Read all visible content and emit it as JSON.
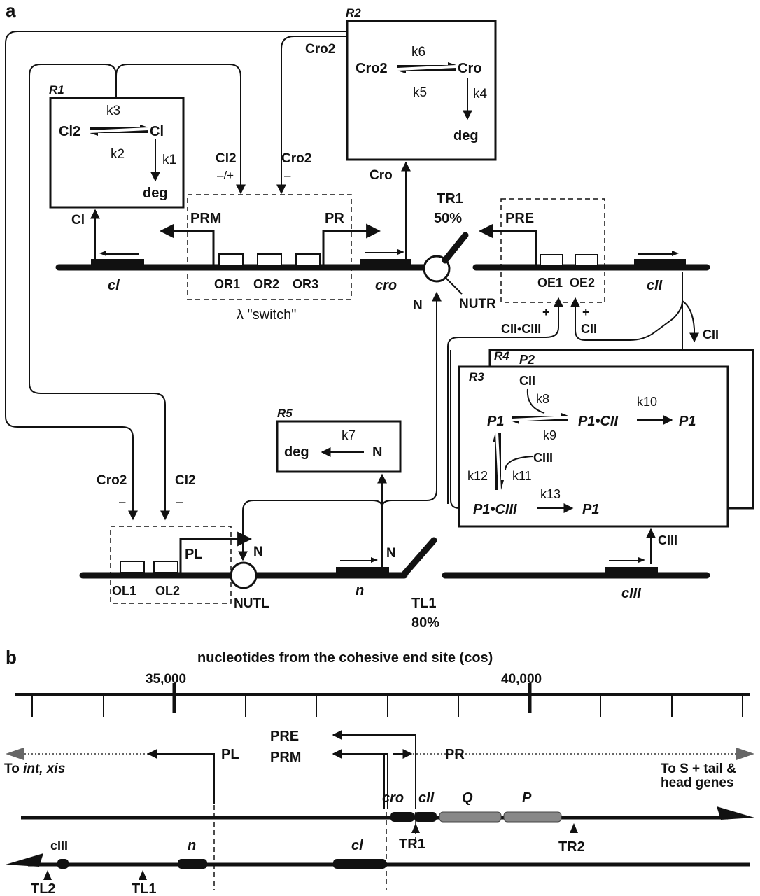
{
  "panel_a": {
    "label": "a",
    "r1": {
      "tag": "R1",
      "k3": "k3",
      "k2": "k2",
      "k1": "k1",
      "cl2": "Cl2",
      "cl": "Cl",
      "deg": "deg"
    },
    "r2": {
      "tag": "R2",
      "k6": "k6",
      "k5": "k5",
      "k4": "k4",
      "cro2": "Cro2",
      "cro": "Cro",
      "deg": "deg"
    },
    "r3": {
      "tag": "R3",
      "p1": "P1",
      "p1cii": "P1•CII",
      "p1ciii": "P1•CIII",
      "cii": "CII",
      "ciii": "CIII",
      "k8": "k8",
      "k9": "k9",
      "k10": "k10",
      "k11": "k11",
      "k12": "k12",
      "k13": "k13"
    },
    "r4": {
      "tag": "R4",
      "p2": "P2"
    },
    "r5": {
      "tag": "R5",
      "deg": "deg",
      "k7": "k7",
      "n": "N"
    },
    "labels": {
      "cro2_top": "Cro2",
      "cl2_reg": "Cl2",
      "cl2_sign": "–/+",
      "cro2_reg": "Cro2",
      "cro2_sign": "–",
      "cl_out": "Cl",
      "cro_out": "Cro",
      "prm": "PRM",
      "pr": "PR",
      "or1": "OR1",
      "or2": "OR2",
      "or3": "OR3",
      "switch": "λ \"switch\"",
      "gene_cl": "cl",
      "gene_cro": "cro",
      "tr1": "TR1",
      "tr1_pct": "50%",
      "nutr": "NUTR",
      "n_up": "N",
      "pre": "PRE",
      "oe1": "OE1",
      "oe2": "OE2",
      "gene_cii": "cII",
      "plus1": "+",
      "plus2": "+",
      "cii_ciii": "CII•CIII",
      "cii_act": "CII",
      "cii_r3": "CII",
      "ciii_out": "CIII",
      "gene_ciii": "cIII",
      "cro2_l": "Cro2",
      "cro2_l_sign": "–",
      "cl2_l": "Cl2",
      "cl2_l_sign": "–",
      "pl": "PL",
      "ol1": "OL1",
      "ol2": "OL2",
      "nutl": "NUTL",
      "n_nutl": "N",
      "n_gene_lbl": "N",
      "gene_n": "n",
      "tl1": "TL1",
      "tl1_pct": "80%"
    }
  },
  "panel_b": {
    "label": "b",
    "axis_title": "nucleotides from the cohesive end site (cos)",
    "tick_35000": "35,000",
    "tick_40000": "40,000",
    "pre": "PRE",
    "prm": "PRM",
    "pl": "PL",
    "pr": "PR",
    "left_note_prefix": "To ",
    "left_note_genes": "int, xis",
    "right_note_1": "To S + tail &",
    "right_note_2": "head genes",
    "genes": {
      "cro": "cro",
      "cii": "cII",
      "q": "Q",
      "p": "P",
      "n": "n",
      "cl": "cl",
      "ciii": "cIII"
    },
    "terminators": {
      "tr1": "TR1",
      "tr2": "TR2",
      "tl1": "TL1",
      "tl2": "TL2"
    }
  }
}
